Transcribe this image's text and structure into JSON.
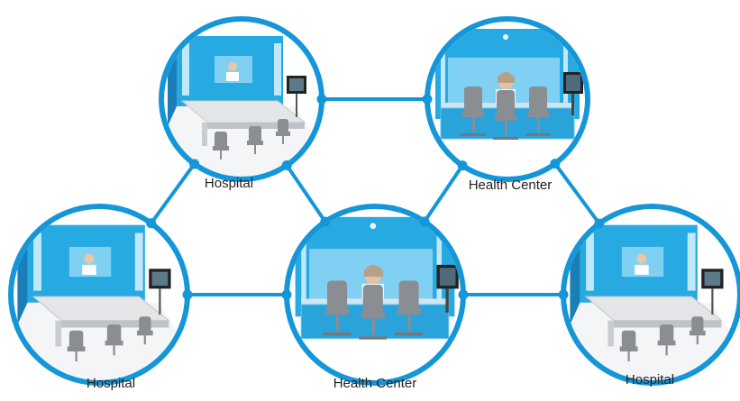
{
  "nodes": [
    {
      "id": "n1",
      "label": "Hospital",
      "kind": "hospital"
    },
    {
      "id": "n2",
      "label": "Health Center",
      "kind": "health-center"
    },
    {
      "id": "n3",
      "label": "Hospital",
      "kind": "hospital"
    },
    {
      "id": "n4",
      "label": "Health Center",
      "kind": "health-center"
    },
    {
      "id": "n5",
      "label": "Hospital",
      "kind": "hospital"
    }
  ],
  "edges": [
    [
      "n1",
      "n2"
    ],
    [
      "n1",
      "n3"
    ],
    [
      "n1",
      "n4"
    ],
    [
      "n2",
      "n4"
    ],
    [
      "n2",
      "n5"
    ],
    [
      "n3",
      "n4"
    ],
    [
      "n4",
      "n5"
    ]
  ],
  "colors": {
    "ring": "#1596d8",
    "wall": "#27a9e1",
    "wall_light": "#7fd0f3",
    "table": "#e6e8ea",
    "chair": "#8a8d91"
  },
  "icons": {
    "hospital": "telepresence-room-icon",
    "health-center": "telepresence-room-icon"
  }
}
